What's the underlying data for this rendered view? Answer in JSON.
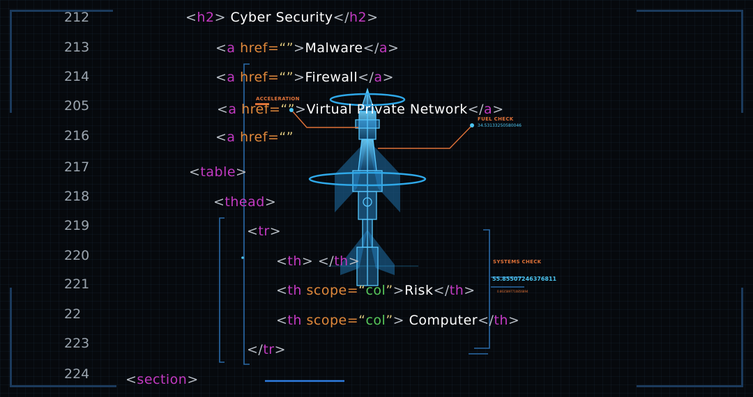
{
  "line_numbers": [
    "212",
    "213",
    "214",
    "205",
    "216",
    "217",
    "218",
    "219",
    "220",
    "221",
    "22",
    "223",
    "224"
  ],
  "code": {
    "l212": {
      "open": "<",
      "tag": "h2",
      "close": ">",
      "text": "Cyber Security",
      "etag": "h2"
    },
    "l213": {
      "tag": "a",
      "attr": "href=",
      "q": "“”",
      "text": "Malware",
      "etag": "a"
    },
    "l214": {
      "tag": "a",
      "attr": "href=",
      "q": "“”",
      "text": "Firewall",
      "etag": "a"
    },
    "l205": {
      "tag": "a",
      "attr": "href=",
      "q": "“”",
      "text": "Virtual Private Network",
      "etag": "a"
    },
    "l216": {
      "tag": "a",
      "attr": "href=",
      "q": "“”"
    },
    "l217": {
      "tag": "table"
    },
    "l218": {
      "tag": "thead"
    },
    "l219": {
      "tag": "tr"
    },
    "l220": {
      "tag": "th",
      "etag": "th"
    },
    "l221": {
      "tag": "th",
      "attr": "scope=",
      "q_open": "“",
      "val": "col",
      "q_close": "”",
      "text": "Risk",
      "etag": "th"
    },
    "l22": {
      "tag": "th",
      "attr": "scope=",
      "q_open": "“",
      "val": "col",
      "q_close": "”",
      "text": "Computer",
      "etag": "th"
    },
    "l223": {
      "etag": "tr"
    },
    "l224": {
      "tag": "section"
    }
  },
  "hud": {
    "acceleration_label": "ACCELERATION",
    "fuel_check_label": "FUEL CHECK",
    "fuel_check_value": "34.53133250580046",
    "systems_check_label": "SYSTEMS CHECK",
    "systems_check_value": "55.85507246376811",
    "systems_check_sub": "0.8635897710856894"
  },
  "colors": {
    "background": "#06090d",
    "tag": "#c23ac2",
    "attribute": "#e0883a",
    "string": "#58c85a",
    "hologram": "#2fa8e8",
    "hud_label": "#e07238"
  }
}
